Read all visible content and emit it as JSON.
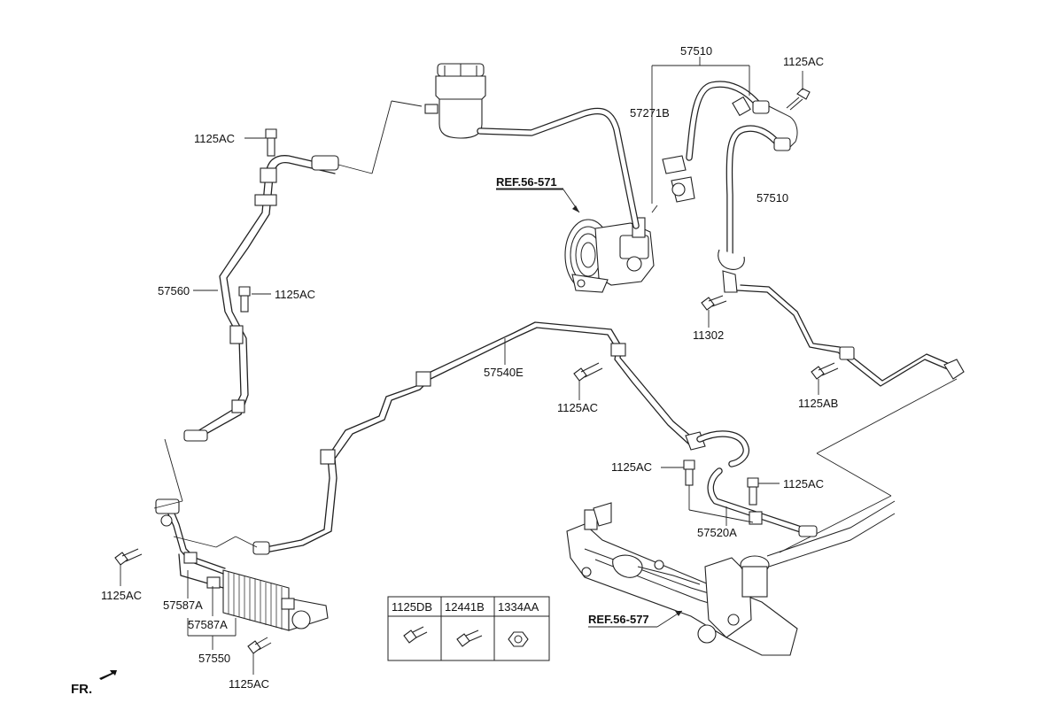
{
  "labels": {
    "p57510_top": "57510",
    "p57510_right": "57510",
    "p57271b": "57271B",
    "p1125ac_topright": "1125AC",
    "p1125ac_topleft": "1125AC",
    "p1125ac_left_mid": "1125AC",
    "p57560": "57560",
    "p57540e": "57540E",
    "p1125ac_center": "1125AC",
    "p11302": "11302",
    "p1125ab": "1125AB",
    "p1125ac_rack_left": "1125AC",
    "p1125ac_rack_right": "1125AC",
    "p57520a": "57520A",
    "p1125ac_bottomleft": "1125AC",
    "p57587a_1": "57587A",
    "p57587a_2": "57587A",
    "p57550": "57550",
    "p1125ac_bottom": "1125AC"
  },
  "references": {
    "pump": "REF.56-571",
    "rack": "REF.56-577"
  },
  "orientation": "FR.",
  "legend_table": {
    "headers": [
      "1125DB",
      "12441B",
      "1334AA"
    ]
  }
}
